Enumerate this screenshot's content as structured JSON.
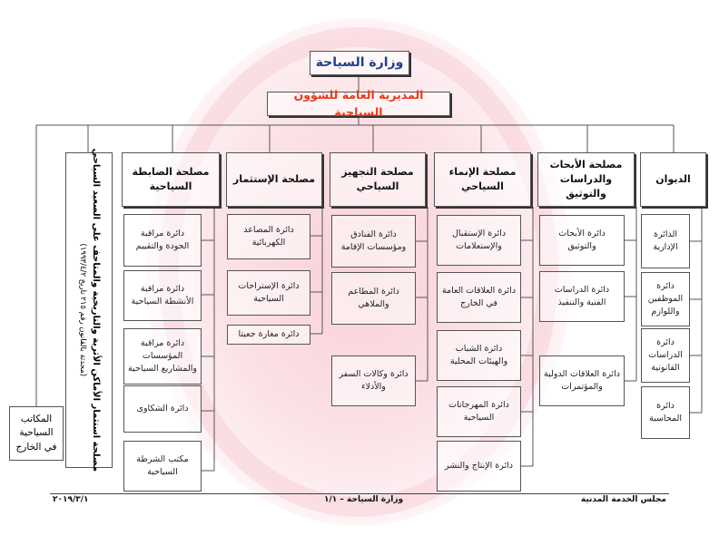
{
  "ministry": "وزارة السياحة",
  "directorate": "المديرية العامة للشؤون السياحية",
  "columns": [
    {
      "head": "الديوان",
      "depts": [
        "الدائرة الإدارية",
        "دائرة الموظفين واللوازم",
        "دائرة الدراسات القانونية",
        "دائرة المحاسبة"
      ]
    },
    {
      "head": "مصلحة الأبحاث والدراسات والتوثيق",
      "depts": [
        "دائرة الأبحاث والتوثيق",
        "دائرة الدراسات الفنية والتنفيذ",
        "دائرة العلاقات الدولية والمؤتمرات"
      ]
    },
    {
      "head": "مصلحة الإنماء السياحي",
      "depts": [
        "دائرة الإستقبال والإستعلامات",
        "دائرة العلاقات العامة في الخارج",
        "دائرة الشباب والهيئات المحلية",
        "دائرة المهرجانات السياحية",
        "دائرة الإنتاج والنشر"
      ]
    },
    {
      "head": "مصلحة التجهيز السياحي",
      "depts": [
        "دائرة الفنادق ومؤسسات الإقامة",
        "دائرة المطاعم والملاهي",
        "دائرة وكالات السفر والأدلاء"
      ]
    },
    {
      "head": "مصلحة الإستثمار",
      "depts": [
        "دائرة المصاعد الكهربائية",
        "دائرة الإستراحات السياحية",
        "دائرة مغارة جعيتا"
      ]
    },
    {
      "head": "مصلحة الضابطة السياحية",
      "depts": [
        "دائرة مراقبة الجودة والتقييم",
        "دائرة مراقبة الأنشطة السياحية",
        "دائرة مراقبة المؤسسات والمشاريع السياحية",
        "دائرة الشكاوى",
        "مكتب الشرطة السياحية"
      ]
    }
  ],
  "heritage": {
    "line1": "مصلحة استثمار الأماكن الأثرية والتاريخية والمتاحف على الصعيد السياحي",
    "line2": "(محدثة بالقانون رقم ٢١٥ تاريخ ١٩٩٣/٤/٢)"
  },
  "offices_abroad": "المكاتب السياحية في الخارج",
  "footer": {
    "left": "٢٠١٩/٣/١",
    "center": "وزارة السياحة – ١/١",
    "right": "مجلس الخدمة المدنية"
  },
  "colors": {
    "ministry_text": "#1f3f8f",
    "directorate_text": "#e83a1a",
    "watermark": "#f3aab4"
  }
}
